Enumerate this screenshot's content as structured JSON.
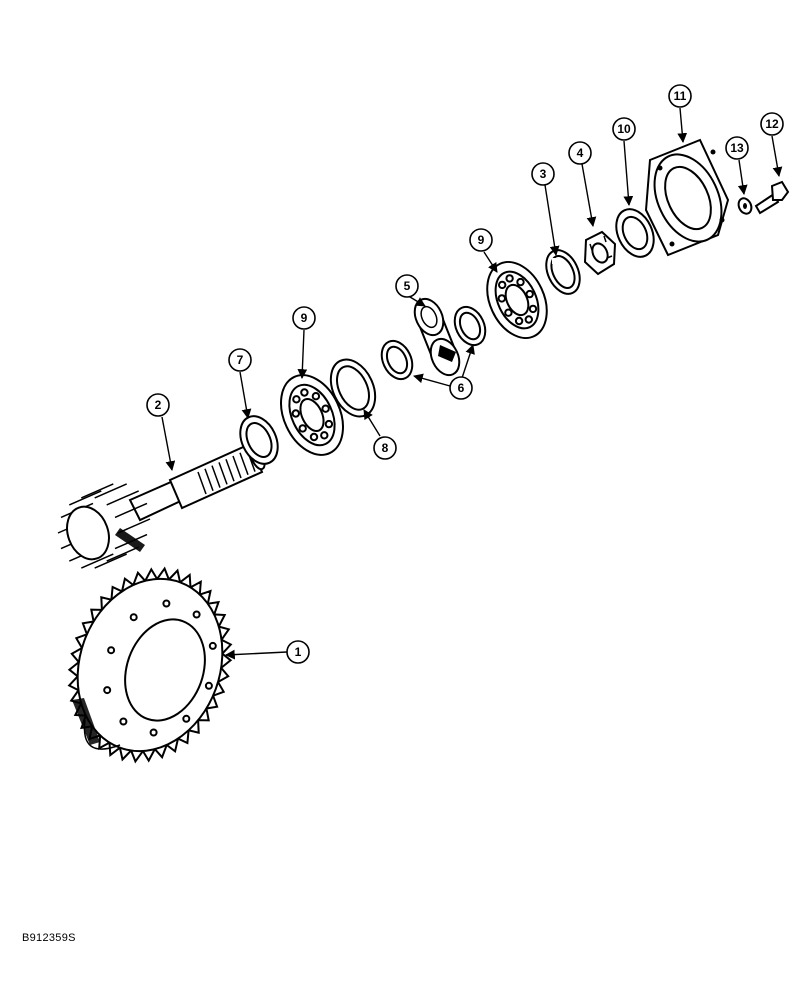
{
  "figure_id": "B912359S",
  "callouts": [
    {
      "label": "1"
    },
    {
      "label": "2"
    },
    {
      "label": "3"
    },
    {
      "label": "4"
    },
    {
      "label": "5"
    },
    {
      "label": "6"
    },
    {
      "label": "7"
    },
    {
      "label": "8"
    },
    {
      "label": "9"
    },
    {
      "label": "9"
    },
    {
      "label": "10"
    },
    {
      "label": "11"
    },
    {
      "label": "12"
    },
    {
      "label": "13"
    }
  ]
}
